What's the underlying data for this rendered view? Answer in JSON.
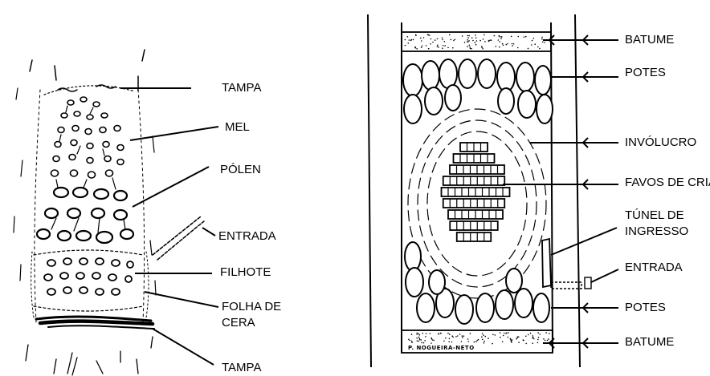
{
  "left_diagram": {
    "labels": {
      "tampa_top": "TAMPA",
      "mel": "MEL",
      "polen": "PÓLEN",
      "entrada": "ENTRADA",
      "filhote": "FILHOTE",
      "folha_de_cera_1": "FOLHA DE",
      "folha_de_cera_2": "CERA",
      "tampa_bottom": "TAMPA"
    }
  },
  "right_diagram": {
    "labels": {
      "batume_top": "BATUME",
      "potes_top": "POTES",
      "involucro": "INVÓLUCRO",
      "favos": "FAVOS DE CRIA",
      "tunel_1": "TÚNEL DE",
      "tunel_2": "INGRESSO",
      "entrada": "ENTRADA",
      "potes_bottom": "POTES",
      "batume_bottom": "BATUME"
    },
    "signature": "P. NOGUEIRA-NETO"
  }
}
